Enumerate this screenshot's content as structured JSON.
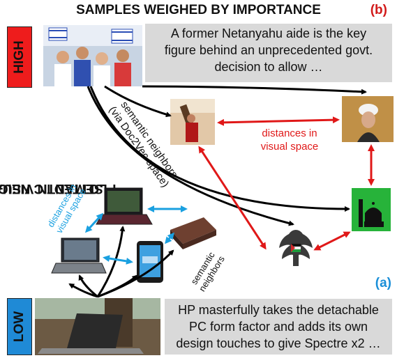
{
  "header": {
    "title": "SAMPLES WEIGHED BY IMPORTANCE",
    "panel_b": "(b)"
  },
  "panel_a": "(a)",
  "side": {
    "high": "HIGH",
    "low": "LOW"
  },
  "vertical_title_line1": "SEMANTIC NEIGHBORS",
  "vertical_title_line2": "PLOTTED IN VISUAL SPACE",
  "captions": {
    "high": [
      "A former Netanyahu aide is the key",
      "figure behind an unprecedented govt.",
      "decision to allow …"
    ],
    "low": [
      "HP masterfully takes the detachable",
      "PC form factor and adds its own",
      "design touches to give Spectre x2 …"
    ]
  },
  "labels": {
    "semantic_neighbors_rotated": [
      "semantic neighbors",
      "(via Doc2Vec space)"
    ],
    "distances_visual_red": [
      "distances in",
      "visual space"
    ],
    "distances_visual_blue": [
      "distances in",
      "visual space"
    ],
    "semantic_neighbors_small": [
      "semantic",
      "neighbors"
    ]
  },
  "colors": {
    "high": "#ee1c1c",
    "low": "#1f8ad6",
    "red_arrow": "#e01818",
    "blue_arrow": "#1aa0e0",
    "caption_bg": "#d9d9d9"
  },
  "images": [
    "israel-flags-crowd",
    "crucifixion-procession",
    "cleric-portrait",
    "mosque-silhouette",
    "palestine-emblem",
    "laptop-open",
    "laptop-dark",
    "smartphone",
    "router-box",
    "detachable-laptop"
  ]
}
